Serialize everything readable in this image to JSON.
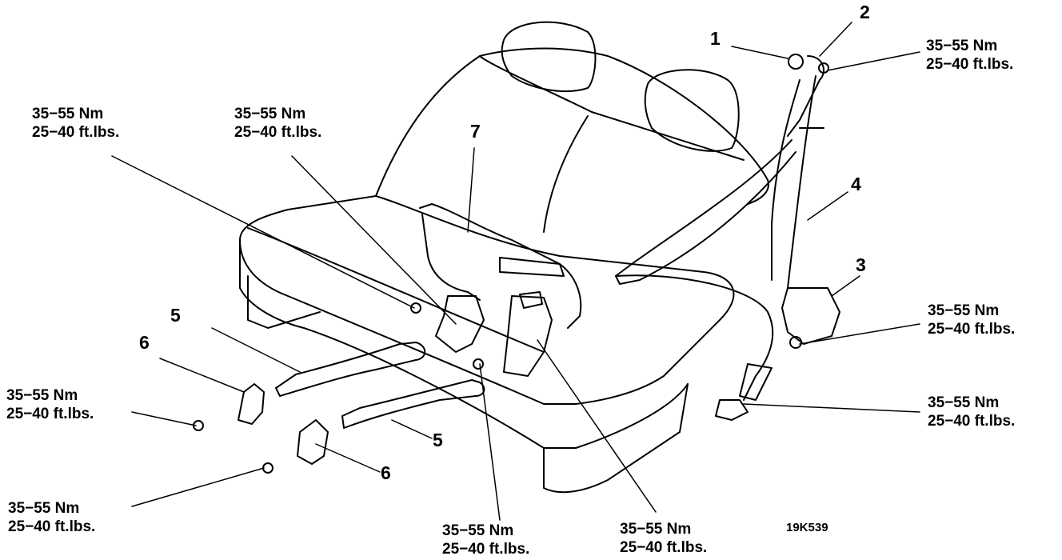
{
  "figure_code": "19K539",
  "torque_specs": {
    "a": {
      "nm": "35−55 Nm",
      "ftlbs": "25−40 ft.lbs."
    },
    "b": {
      "nm": "35−55 Nm",
      "ftlbs": "25−40 ft.lbs."
    },
    "c": {
      "nm": "35−55 Nm",
      "ftlbs": "25−40 ft.lbs."
    },
    "d": {
      "nm": "35−55 Nm",
      "ftlbs": "25−40 ft.lbs."
    },
    "e": {
      "nm": "35−55 Nm",
      "ftlbs": "25−40 ft.lbs."
    },
    "f": {
      "nm": "35−55 Nm",
      "ftlbs": "25−40 ft.lbs."
    },
    "g": {
      "nm": "35−55 Nm",
      "ftlbs": "25−40 ft.lbs."
    },
    "h": {
      "nm": "35−55 Nm",
      "ftlbs": "25−40 ft.lbs."
    },
    "i": {
      "nm": "35−55 Nm",
      "ftlbs": "25−40 ft.lbs."
    }
  },
  "part_numbers": {
    "p1": "1",
    "p2": "2",
    "p3": "3",
    "p4": "4",
    "p5a": "5",
    "p5b": "5",
    "p6a": "6",
    "p6b": "6",
    "p7": "7"
  }
}
